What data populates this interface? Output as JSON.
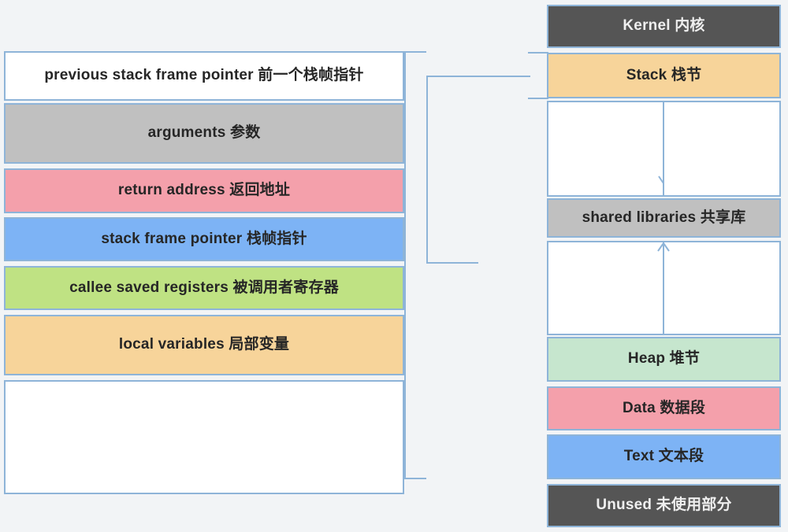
{
  "diagram": {
    "title": "Stack frame and process memory layout",
    "colors": {
      "border": "#8eb4d8",
      "white": "#ffffff",
      "gray": "#c0c0c0",
      "pink": "#f4a0ab",
      "blue": "#7db3f5",
      "green": "#bfe283",
      "orange": "#f7d49a",
      "mint": "#c6e6ce",
      "dark": "#555555",
      "background": "#f2f4f6"
    }
  },
  "stack_frame": {
    "name": "stack-frame-detail",
    "rows": [
      {
        "id": "previous-stack-frame-pointer",
        "label": "previous stack frame pointer 前一个栈帧指针",
        "color": "white"
      },
      {
        "id": "arguments",
        "label": "arguments 参数",
        "color": "gray"
      },
      {
        "id": "return-address",
        "label": "return address 返回地址",
        "color": "pink"
      },
      {
        "id": "stack-frame-pointer",
        "label": "stack frame pointer 栈帧指针",
        "color": "blue"
      },
      {
        "id": "callee-saved-registers",
        "label": "callee saved registers 被调用者寄存器",
        "color": "green"
      },
      {
        "id": "local-variables",
        "label": "local variables 局部变量",
        "color": "orange"
      },
      {
        "id": "empty-space",
        "label": "",
        "color": "white"
      }
    ]
  },
  "memory_layout": {
    "name": "process-memory-layout",
    "rows": [
      {
        "id": "kernel",
        "label": "Kernel 内核",
        "color": "dark"
      },
      {
        "id": "stack",
        "label": "Stack 栈节",
        "color": "orange"
      },
      {
        "id": "gap-upper",
        "label": "",
        "color": "white"
      },
      {
        "id": "shared-libraries",
        "label": "shared libraries 共享库",
        "color": "gray"
      },
      {
        "id": "gap-lower",
        "label": "",
        "color": "white"
      },
      {
        "id": "heap",
        "label": "Heap 堆节",
        "color": "mint"
      },
      {
        "id": "data",
        "label": "Data 数据段",
        "color": "pink"
      },
      {
        "id": "text",
        "label": "Text 文本段",
        "color": "blue"
      },
      {
        "id": "unused",
        "label": "Unused 未使用部分",
        "color": "dark"
      }
    ]
  },
  "connectors": [
    {
      "id": "stack-expand-down-arrow",
      "direction": "down",
      "from": "stack",
      "to": "gap-upper"
    },
    {
      "id": "heap-expand-up-arrow",
      "direction": "up",
      "from": "heap",
      "to": "shared-libraries"
    },
    {
      "id": "frame-to-stack-outer",
      "from": "stack-frame-detail",
      "to": "stack"
    },
    {
      "id": "frame-to-stack-inner",
      "from": "stack-frame-detail",
      "to": "stack"
    }
  ]
}
